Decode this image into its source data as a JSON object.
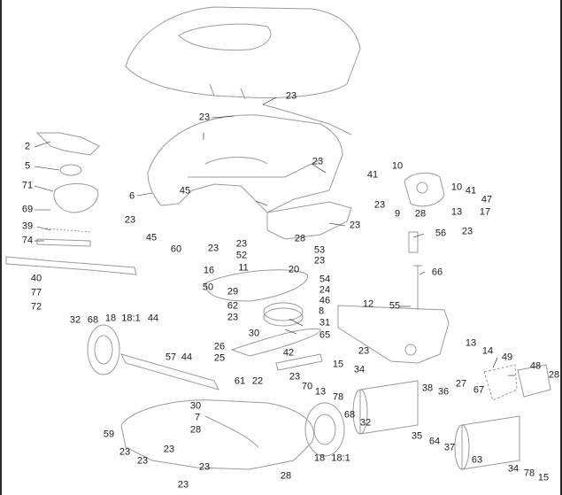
{
  "colors": {
    "ink": "#1a1a1a",
    "outline": "#9a9a9a",
    "fill": "#f2f2f2",
    "dark": "#555555"
  },
  "labels": [
    {
      "id": "l01",
      "text": "23"
    },
    {
      "id": "l02",
      "text": "23"
    },
    {
      "id": "l03",
      "text": "23"
    },
    {
      "id": "l04",
      "text": "2"
    },
    {
      "id": "l05",
      "text": "5"
    },
    {
      "id": "l06",
      "text": "71"
    },
    {
      "id": "l07",
      "text": "69"
    },
    {
      "id": "l08",
      "text": "39"
    },
    {
      "id": "l09",
      "text": "74"
    },
    {
      "id": "l10",
      "text": "40"
    },
    {
      "id": "l11",
      "text": "77"
    },
    {
      "id": "l12",
      "text": "72"
    },
    {
      "id": "l13",
      "text": "6"
    },
    {
      "id": "l14",
      "text": "45"
    },
    {
      "id": "l15",
      "text": "23"
    },
    {
      "id": "l16",
      "text": "45"
    },
    {
      "id": "l17",
      "text": "60"
    },
    {
      "id": "l18",
      "text": "23"
    },
    {
      "id": "l19",
      "text": "23"
    },
    {
      "id": "l20",
      "text": "52"
    },
    {
      "id": "l21",
      "text": "28"
    },
    {
      "id": "l22",
      "text": "53"
    },
    {
      "id": "l23",
      "text": "23"
    },
    {
      "id": "l24",
      "text": "23"
    },
    {
      "id": "l25",
      "text": "16"
    },
    {
      "id": "l26",
      "text": "11"
    },
    {
      "id": "l27",
      "text": "20"
    },
    {
      "id": "l28",
      "text": "50"
    },
    {
      "id": "l29",
      "text": "54"
    },
    {
      "id": "l30",
      "text": "29"
    },
    {
      "id": "l31",
      "text": "24"
    },
    {
      "id": "l32",
      "text": "62"
    },
    {
      "id": "l33",
      "text": "46"
    },
    {
      "id": "l34",
      "text": "23"
    },
    {
      "id": "l35",
      "text": "8"
    },
    {
      "id": "l36",
      "text": "31"
    },
    {
      "id": "l37",
      "text": "30"
    },
    {
      "id": "l38",
      "text": "65"
    },
    {
      "id": "l39",
      "text": "41"
    },
    {
      "id": "l40",
      "text": "10"
    },
    {
      "id": "l41",
      "text": "23"
    },
    {
      "id": "l42",
      "text": "9"
    },
    {
      "id": "l43",
      "text": "28"
    },
    {
      "id": "l44",
      "text": "10"
    },
    {
      "id": "l45",
      "text": "41"
    },
    {
      "id": "l46",
      "text": "47"
    },
    {
      "id": "l47",
      "text": "13"
    },
    {
      "id": "l48",
      "text": "17"
    },
    {
      "id": "l49",
      "text": "23"
    },
    {
      "id": "l50",
      "text": "56"
    },
    {
      "id": "l51",
      "text": "66"
    },
    {
      "id": "l52",
      "text": "55"
    },
    {
      "id": "l53",
      "text": "12"
    },
    {
      "id": "l54",
      "text": "32"
    },
    {
      "id": "l55",
      "text": "68"
    },
    {
      "id": "l56",
      "text": "18"
    },
    {
      "id": "l57",
      "text": "18:1"
    },
    {
      "id": "l58",
      "text": "44"
    },
    {
      "id": "l59",
      "text": "26"
    },
    {
      "id": "l60",
      "text": "25"
    },
    {
      "id": "l61",
      "text": "57"
    },
    {
      "id": "l62",
      "text": "44"
    },
    {
      "id": "l63",
      "text": "61"
    },
    {
      "id": "l64",
      "text": "22"
    },
    {
      "id": "l65",
      "text": "42"
    },
    {
      "id": "l66",
      "text": "23"
    },
    {
      "id": "l67",
      "text": "15"
    },
    {
      "id": "l68",
      "text": "23"
    },
    {
      "id": "l69",
      "text": "34"
    },
    {
      "id": "l70",
      "text": "70"
    },
    {
      "id": "l71",
      "text": "13"
    },
    {
      "id": "l72",
      "text": "78"
    },
    {
      "id": "l73",
      "text": "13"
    },
    {
      "id": "l74",
      "text": "14"
    },
    {
      "id": "l75",
      "text": "49"
    },
    {
      "id": "l76",
      "text": "48"
    },
    {
      "id": "l77",
      "text": "28"
    },
    {
      "id": "l78",
      "text": "27"
    },
    {
      "id": "l79",
      "text": "67"
    },
    {
      "id": "l80",
      "text": "38"
    },
    {
      "id": "l81",
      "text": "36"
    },
    {
      "id": "l82",
      "text": "30"
    },
    {
      "id": "l83",
      "text": "7"
    },
    {
      "id": "l84",
      "text": "28"
    },
    {
      "id": "l85",
      "text": "59"
    },
    {
      "id": "l86",
      "text": "68"
    },
    {
      "id": "l87",
      "text": "32"
    },
    {
      "id": "l88",
      "text": "35"
    },
    {
      "id": "l89",
      "text": "64"
    },
    {
      "id": "l90",
      "text": "37"
    },
    {
      "id": "l91",
      "text": "63"
    },
    {
      "id": "l92",
      "text": "34"
    },
    {
      "id": "l93",
      "text": "78"
    },
    {
      "id": "l94",
      "text": "15"
    },
    {
      "id": "l95",
      "text": "23"
    },
    {
      "id": "l96",
      "text": "23"
    },
    {
      "id": "l97",
      "text": "23"
    },
    {
      "id": "l98",
      "text": "23"
    },
    {
      "id": "l99",
      "text": "28"
    },
    {
      "id": "l100",
      "text": "18"
    },
    {
      "id": "l101",
      "text": "18:1"
    },
    {
      "id": "l102",
      "text": "23"
    }
  ]
}
